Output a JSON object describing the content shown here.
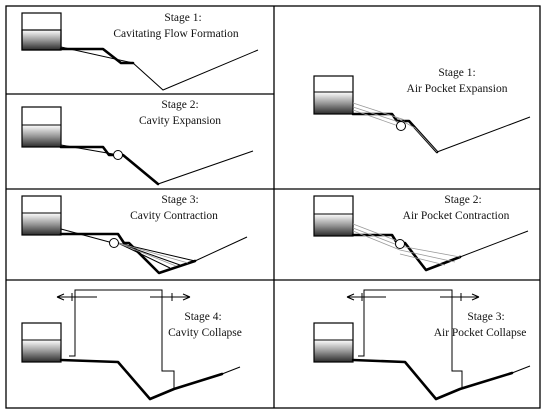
{
  "figure": {
    "panels": [
      {
        "id": "left-1",
        "stage": "Stage 1:",
        "title": "Cavitating Flow Formation"
      },
      {
        "id": "left-2",
        "stage": "Stage 2:",
        "title": "Cavity Expansion"
      },
      {
        "id": "left-3",
        "stage": "Stage 3:",
        "title": "Cavity Contraction"
      },
      {
        "id": "left-4",
        "stage": "Stage 4:",
        "title": "Cavity Collapse"
      },
      {
        "id": "right-1",
        "stage": "Stage 1:",
        "title": "Air Pocket Expansion"
      },
      {
        "id": "right-2",
        "stage": "Stage 2:",
        "title": "Air Pocket Contraction"
      },
      {
        "id": "right-3",
        "stage": "Stage 3:",
        "title": "Air Pocket Collapse"
      }
    ]
  }
}
